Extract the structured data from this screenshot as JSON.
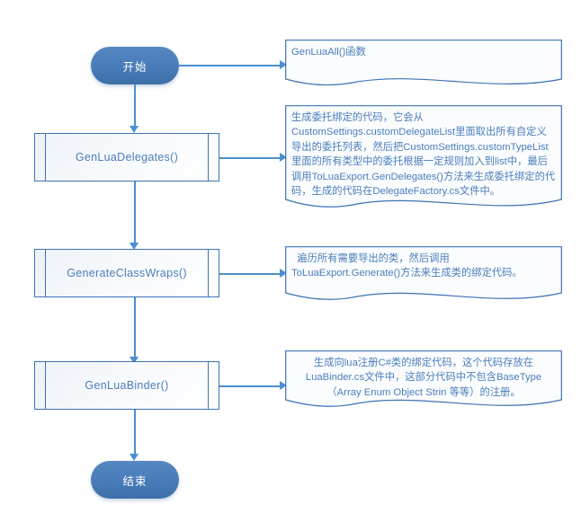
{
  "diagram": {
    "title": "GenLuaAll flowchart",
    "colors": {
      "node_fill": "#4a7ebb",
      "node_text": "#ffffff",
      "box_border": "#3f72b5",
      "box_text": "#4a7ebb",
      "connector": "#4a8fd0",
      "background": "#ffffff"
    },
    "nodes": {
      "start": {
        "label": "开始"
      },
      "end": {
        "label": "结束"
      },
      "steps": [
        {
          "label": "GenLuaDelegates()"
        },
        {
          "label": "GenerateClassWraps()"
        },
        {
          "label": "GenLuaBinder()"
        }
      ]
    },
    "notes": [
      {
        "text": "GenLuaAll()函数"
      },
      {
        "text": "生成委托绑定的代码，它会从CustomSettings.customDelegateList里面取出所有自定义导出的委托列表，然后把CustomSettings.customTypeList里面的所有类型中的委托根据一定规则加入到list中，最后调用ToLuaExport.GenDelegates()方法来生成委托绑定的代码，生成的代码在DelegateFactory.cs文件中。"
      },
      {
        "text": "  遍历所有需要导出的类，然后调用ToLuaExport.Generate()方法来生成类的绑定代码。"
      },
      {
        "text": "生成向lua注册C#类的绑定代码，这个代码存放在LuaBinder.cs文件中，这部分代码中不包含BaseType（Array Enum Object Strin 等等）的注册。"
      }
    ]
  }
}
